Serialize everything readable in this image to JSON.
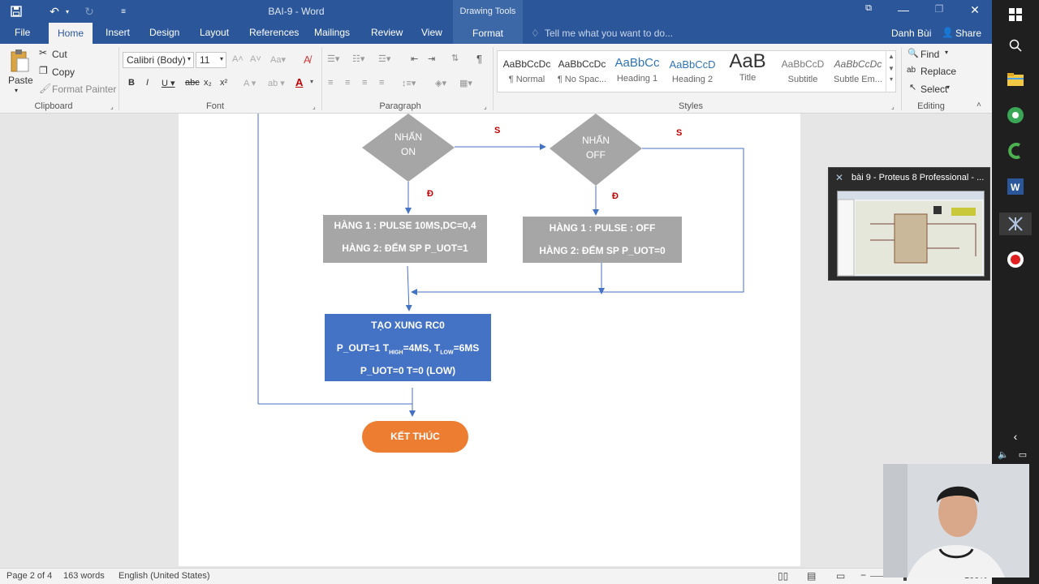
{
  "titlebar": {
    "doc_title": "BAI-9 - Word",
    "context_tab": "Drawing Tools",
    "window_controls": [
      "restore-icon",
      "minimize-icon",
      "maximize-icon",
      "close-icon"
    ]
  },
  "tabs": {
    "file": "File",
    "home": "Home",
    "insert": "Insert",
    "design": "Design",
    "layout": "Layout",
    "references": "References",
    "mailings": "Mailings",
    "review": "Review",
    "view": "View",
    "format": "Format",
    "tell_me": "Tell me what you want to do...",
    "user": "Danh Bùi",
    "share": "Share"
  },
  "clipboard": {
    "paste": "Paste",
    "cut": "Cut",
    "copy": "Copy",
    "format_painter": "Format Painter",
    "label": "Clipboard"
  },
  "font": {
    "family": "Calibri (Body)",
    "size": "11",
    "label": "Font"
  },
  "paragraph": {
    "label": "Paragraph"
  },
  "styles": {
    "label": "Styles",
    "items": [
      {
        "preview": "AaBbCcDc",
        "name": "¶ Normal"
      },
      {
        "preview": "AaBbCcDc",
        "name": "¶ No Spac..."
      },
      {
        "preview": "AaBbCc",
        "name": "Heading 1"
      },
      {
        "preview": "AaBbCcD",
        "name": "Heading 2"
      },
      {
        "preview": "AaB",
        "name": "Title"
      },
      {
        "preview": "AaBbCcD",
        "name": "Subtitle"
      },
      {
        "preview": "AaBbCcDc",
        "name": "Subtle Em..."
      }
    ]
  },
  "editing": {
    "find": "Find",
    "replace": "Replace",
    "select": "Select",
    "label": "Editing"
  },
  "flowchart": {
    "decision_on": [
      "NHẤN",
      "ON"
    ],
    "decision_off": [
      "NHẤN",
      "OFF"
    ],
    "label_s1": "S",
    "label_s2": "S",
    "label_d1": "Đ",
    "label_d2": "Đ",
    "box_on_line1": "HÀNG 1 :  PULSE 10MS,DC=0,4",
    "box_on_line2": "HÀNG 2: ĐẾM SP   P_UOT=1",
    "box_off_line1": "HÀNG 1 :  PULSE : OFF",
    "box_off_line2": "HÀNG 2: ĐẾM SP  P_UOT=0",
    "pulse_title": "TẠO XUNG RC0",
    "pulse_line2_a": "P_OUT=1 T",
    "pulse_line2_sub1": "HIGH",
    "pulse_line2_b": "=4MS, T",
    "pulse_line2_sub2": "LOW",
    "pulse_line2_c": "=6MS",
    "pulse_line3": "P_UOT=0 T=0 (LOW)",
    "end": "KẾT THÚC",
    "colors": {
      "decision": "#a6a6a6",
      "process": "#a6a6a6",
      "pulse": "#4472c4",
      "end": "#ed7d31",
      "arrow": "#4472c4",
      "label": "#c00000"
    }
  },
  "statusbar": {
    "page": "Page 2 of 4",
    "words": "163 words",
    "language": "English (United States)",
    "zoom": "100%"
  },
  "preview": {
    "title": "bài 9 - Proteus 8 Professional - ..."
  }
}
